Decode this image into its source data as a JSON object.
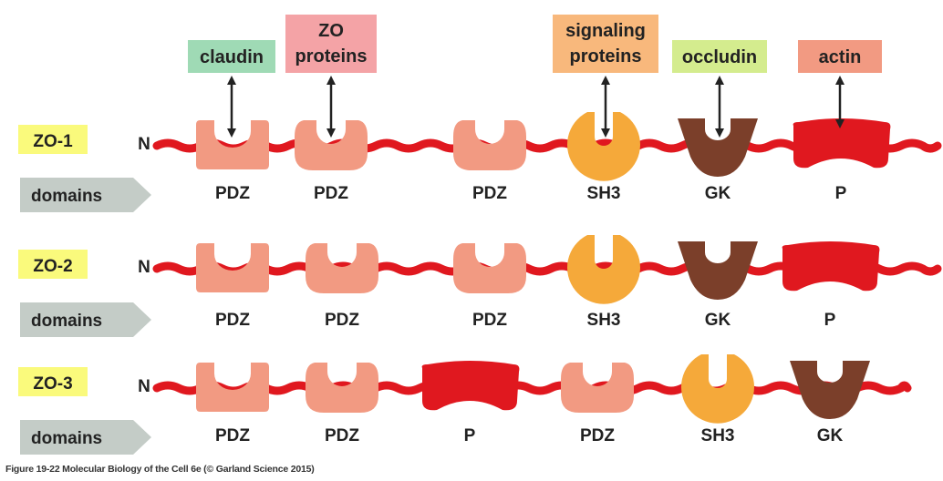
{
  "colors": {
    "chain": "#e0181f",
    "pdz": "#f29a82",
    "sh3": "#f5a93a",
    "gk": "#7b3f2a",
    "p": "#e0181f",
    "row_tag": "#fafa7c",
    "domains_tag": "#c4ccc7",
    "partner_claudin": "#9fdab5",
    "partner_zo": "#f4a3a6",
    "partner_signaling": "#f8b87c",
    "partner_occludin": "#d4ec8e",
    "partner_actin": "#f29a82"
  },
  "binding_partners": [
    {
      "lines": [
        "claudin"
      ],
      "target": "pdz-1",
      "color_key": "partner_claudin"
    },
    {
      "lines": [
        "ZO",
        "proteins"
      ],
      "target": "pdz-2",
      "color_key": "partner_zo"
    },
    {
      "lines": [
        "signaling",
        "proteins"
      ],
      "target": "sh3",
      "color_key": "partner_signaling"
    },
    {
      "lines": [
        "occludin"
      ],
      "target": "gk",
      "color_key": "partner_occludin"
    },
    {
      "lines": [
        "actin"
      ],
      "target": "p",
      "color_key": "partner_actin"
    }
  ],
  "rows": [
    {
      "name": "ZO-1",
      "n_label": "N",
      "domains_label": "domains",
      "domains": [
        {
          "type": "pdz",
          "label": "PDZ"
        },
        {
          "type": "pdz",
          "label": "PDZ"
        },
        {
          "type": "pdz",
          "label": "PDZ"
        },
        {
          "type": "sh3",
          "label": "SH3"
        },
        {
          "type": "gk",
          "label": "GK"
        },
        {
          "type": "p",
          "label": "P"
        }
      ]
    },
    {
      "name": "ZO-2",
      "n_label": "N",
      "domains_label": "domains",
      "domains": [
        {
          "type": "pdz",
          "label": "PDZ"
        },
        {
          "type": "pdz",
          "label": "PDZ"
        },
        {
          "type": "pdz",
          "label": "PDZ"
        },
        {
          "type": "sh3",
          "label": "SH3"
        },
        {
          "type": "gk",
          "label": "GK"
        },
        {
          "type": "p",
          "label": "P"
        }
      ]
    },
    {
      "name": "ZO-3",
      "n_label": "N",
      "domains_label": "domains",
      "domains": [
        {
          "type": "pdz",
          "label": "PDZ"
        },
        {
          "type": "pdz",
          "label": "PDZ"
        },
        {
          "type": "p",
          "label": "P"
        },
        {
          "type": "pdz",
          "label": "PDZ"
        },
        {
          "type": "sh3",
          "label": "SH3"
        },
        {
          "type": "gk",
          "label": "GK"
        }
      ]
    }
  ],
  "caption": "Figure 19-22  Molecular Biology of the Cell 6e (© Garland Science 2015)"
}
